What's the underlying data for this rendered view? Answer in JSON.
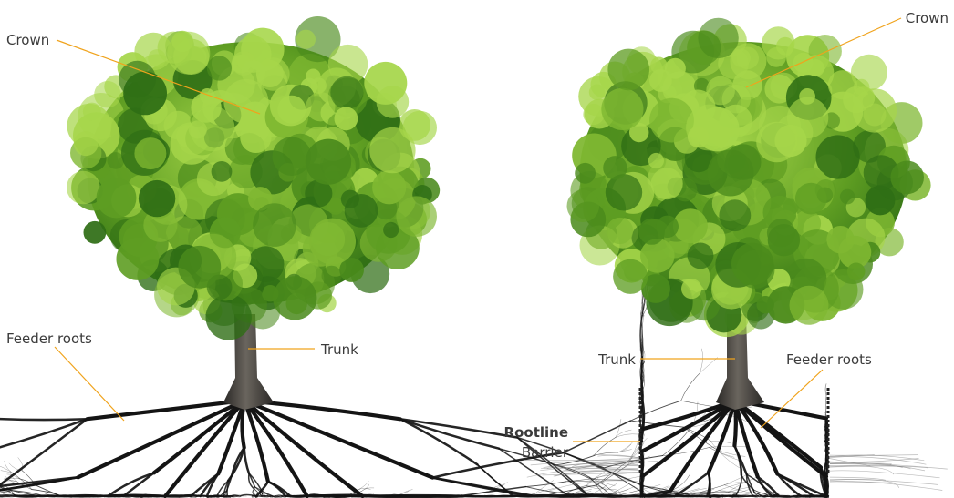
{
  "colors": {
    "leader": "#f0a31c",
    "foliage_dark": "#2f6e15",
    "foliage_mid": "#5e9d22",
    "foliage_light": "#a6d64a",
    "trunk": "#3d3b37",
    "roots": "#141414",
    "text": "#3b3b3b"
  },
  "left_tree": {
    "crown_label": "Crown",
    "trunk_label": "Trunk",
    "feeder_roots_label": "Feeder roots"
  },
  "right_tree": {
    "crown_label": "Crown",
    "trunk_label": "Trunk",
    "feeder_roots_label": "Feeder roots",
    "barrier_brand": "Rootline",
    "barrier_label": "Barrier"
  }
}
